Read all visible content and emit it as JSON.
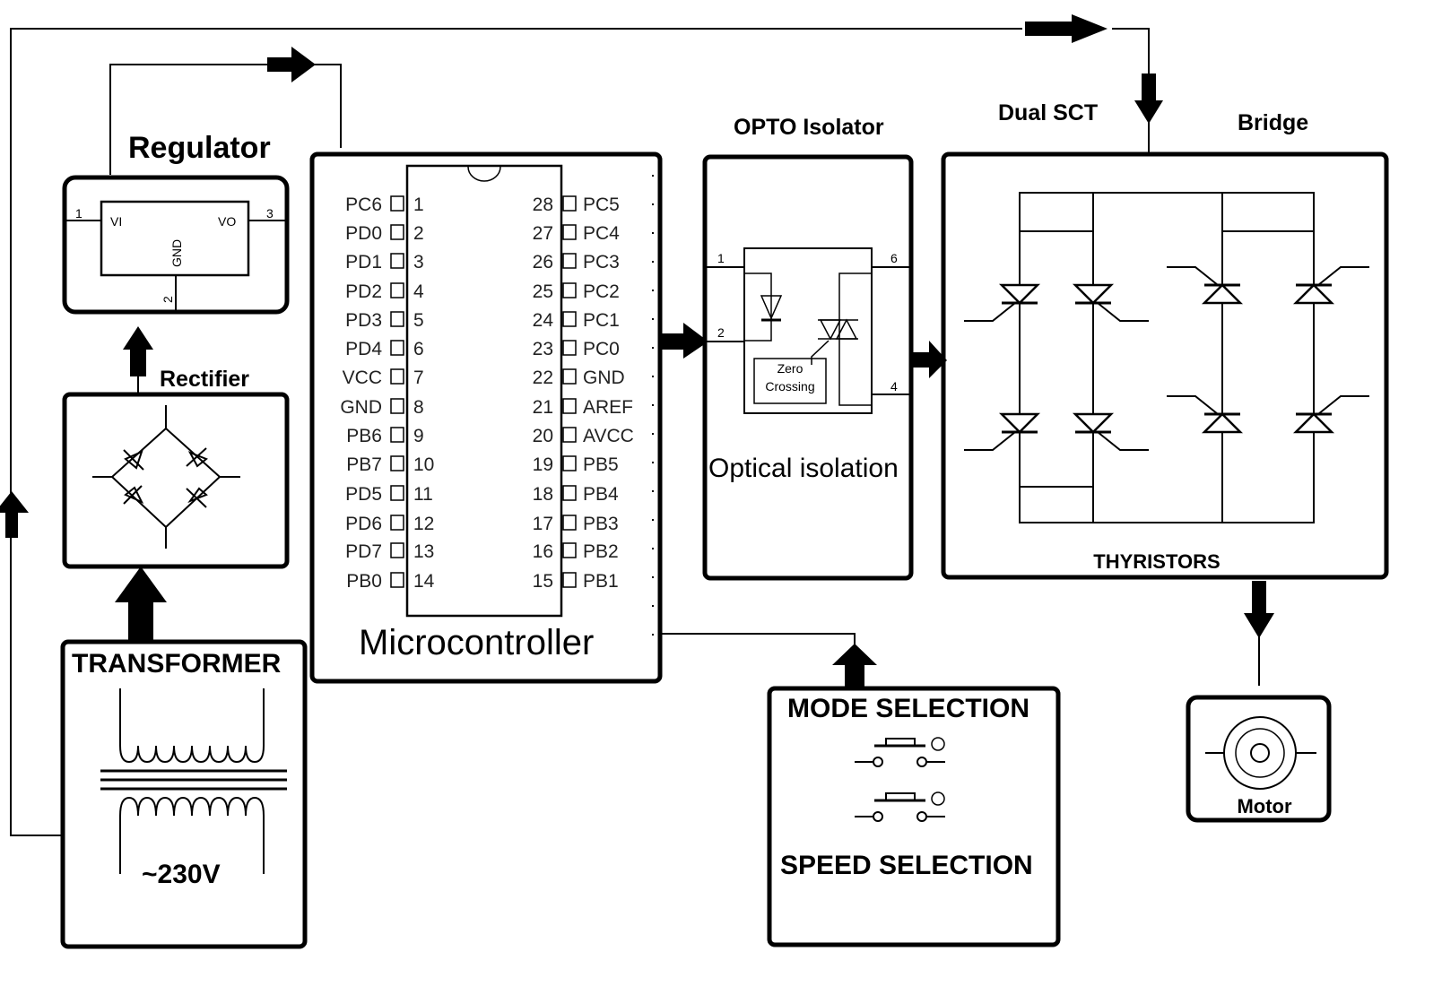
{
  "regulator": {
    "title": "Regulator",
    "pin_in": "1",
    "pin_out": "3",
    "pin_gnd": "2",
    "label_vi": "VI",
    "label_vo": "VO",
    "label_gnd": "GND"
  },
  "rectifier": {
    "title": "Rectifier"
  },
  "transformer": {
    "title": "TRANSFORMER",
    "voltage": "~230V"
  },
  "microcontroller": {
    "title": "Microcontroller",
    "left_pins": [
      {
        "num": "1",
        "label": "PC6"
      },
      {
        "num": "2",
        "label": "PD0"
      },
      {
        "num": "3",
        "label": "PD1"
      },
      {
        "num": "4",
        "label": "PD2"
      },
      {
        "num": "5",
        "label": "PD3"
      },
      {
        "num": "6",
        "label": "PD4"
      },
      {
        "num": "7",
        "label": "VCC"
      },
      {
        "num": "8",
        "label": "GND"
      },
      {
        "num": "9",
        "label": "PB6"
      },
      {
        "num": "10",
        "label": "PB7"
      },
      {
        "num": "11",
        "label": "PD5"
      },
      {
        "num": "12",
        "label": "PD6"
      },
      {
        "num": "13",
        "label": "PD7"
      },
      {
        "num": "14",
        "label": "PB0"
      }
    ],
    "right_pins": [
      {
        "num": "28",
        "label": "PC5"
      },
      {
        "num": "27",
        "label": "PC4"
      },
      {
        "num": "26",
        "label": "PC3"
      },
      {
        "num": "25",
        "label": "PC2"
      },
      {
        "num": "24",
        "label": "PC1"
      },
      {
        "num": "23",
        "label": "PC0"
      },
      {
        "num": "22",
        "label": "GND"
      },
      {
        "num": "21",
        "label": "AREF"
      },
      {
        "num": "20",
        "label": "AVCC"
      },
      {
        "num": "19",
        "label": "PB5"
      },
      {
        "num": "18",
        "label": "PB4"
      },
      {
        "num": "17",
        "label": "PB3"
      },
      {
        "num": "16",
        "label": "PB2"
      },
      {
        "num": "15",
        "label": "PB1"
      }
    ]
  },
  "opto": {
    "title": "OPTO Isolator",
    "caption": "Optical isolation",
    "zero_line1": "Zero",
    "zero_line2": "Crossing",
    "pin1": "1",
    "pin2": "2",
    "pin6": "6",
    "pin4": "4"
  },
  "thyristors": {
    "title_dual": "Dual SCT",
    "title_bridge": "Bridge",
    "caption": "THYRISTORS"
  },
  "selection": {
    "mode": "MODE SELECTION",
    "speed": "SPEED SELECTION"
  },
  "motor": {
    "title": "Motor"
  }
}
